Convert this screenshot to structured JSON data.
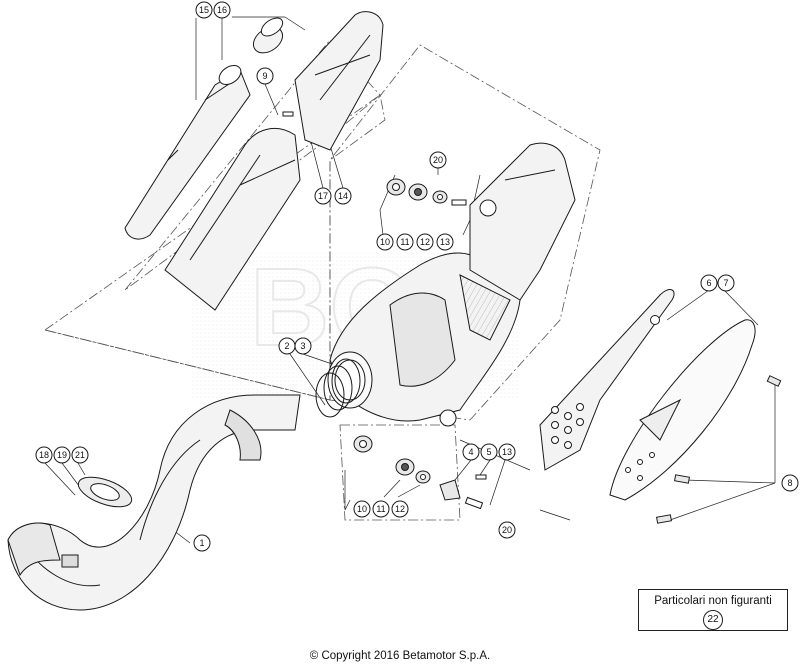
{
  "callouts": {
    "c15": "15",
    "c16": "16",
    "c9": "9",
    "c17": "17",
    "c14": "14",
    "c20a": "20",
    "c10a": "10",
    "c11a": "11",
    "c12a": "12",
    "c13a": "13",
    "c2": "2",
    "c3": "3",
    "c6": "6",
    "c7": "7",
    "c18": "18",
    "c19": "19",
    "c21": "21",
    "c1": "1",
    "c4": "4",
    "c5": "5",
    "c13b": "13",
    "c20b": "20",
    "c10b": "10",
    "c11b": "11",
    "c12b": "12",
    "c8": "8"
  },
  "legend": {
    "label": "Particolari non figuranti",
    "number": "22"
  },
  "copyright": "© Copyright 2016 Betamotor S.p.A.",
  "colors": {
    "line": "#1a1a1a",
    "fill_light": "#f2f2f2",
    "fill_mid": "#d9d9d9",
    "watermark": "#e6e6e6"
  }
}
